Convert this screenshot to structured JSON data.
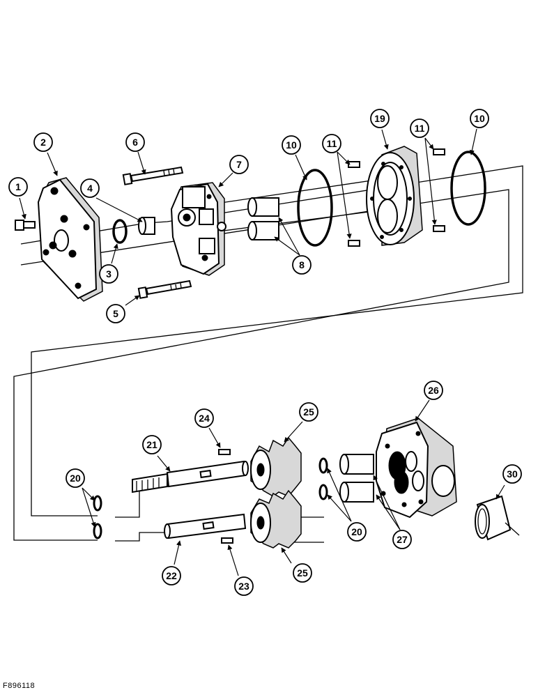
{
  "figure_code": "F896118",
  "callouts": [
    "1",
    "2",
    "3",
    "4",
    "5",
    "6",
    "7",
    "8",
    "10",
    "10",
    "11",
    "11",
    "19",
    "20",
    "20",
    "21",
    "22",
    "23",
    "24",
    "25",
    "25",
    "26",
    "27",
    "30"
  ]
}
